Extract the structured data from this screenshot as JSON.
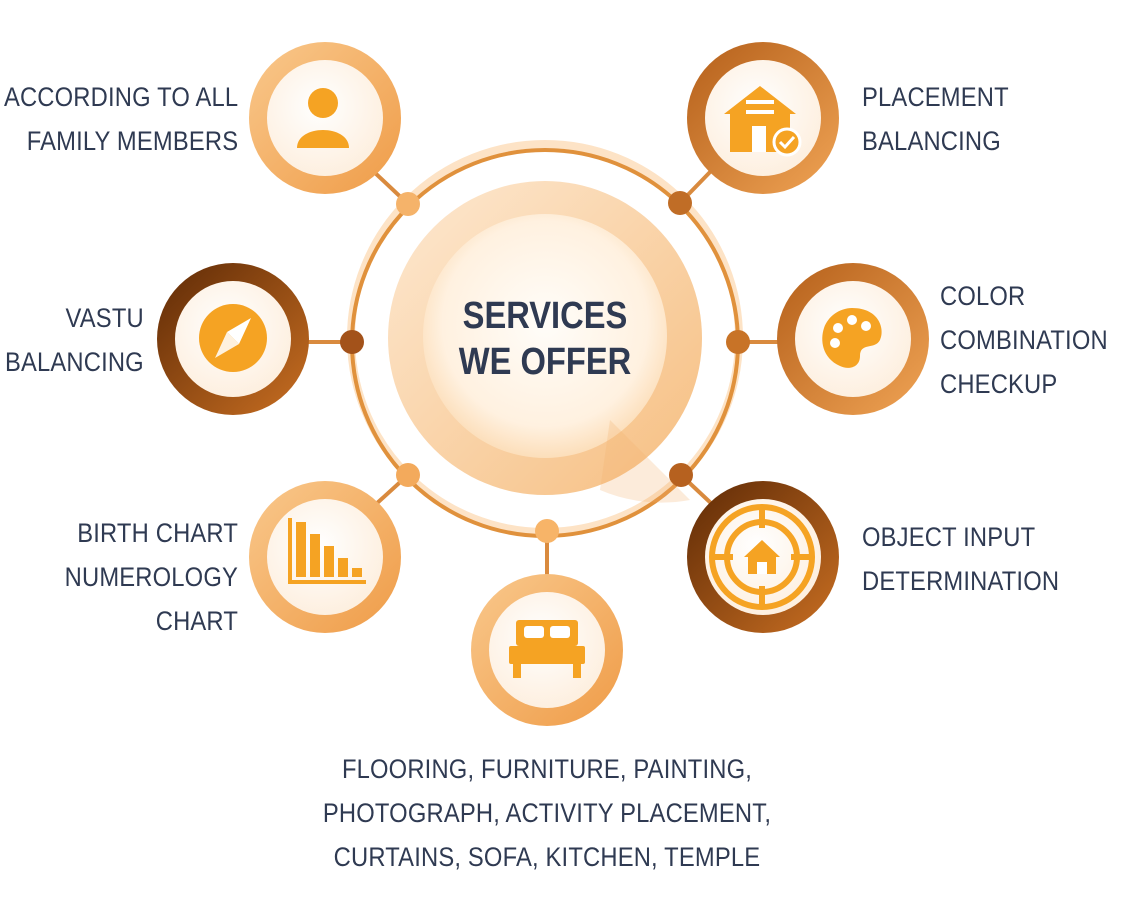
{
  "center": {
    "line1": "SERVICES",
    "line2": "WE OFFER"
  },
  "services": [
    {
      "id": "family",
      "icon": "person-icon",
      "lines": [
        "ACCORDING TO ALL",
        "FAMILY MEMBERS"
      ]
    },
    {
      "id": "placement",
      "icon": "house-check-icon",
      "lines": [
        "PLACEMENT",
        "BALANCING"
      ]
    },
    {
      "id": "vastu",
      "icon": "compass-icon",
      "lines": [
        "VASTU",
        "BALANCING"
      ]
    },
    {
      "id": "color",
      "icon": "palette-icon",
      "lines": [
        "COLOR",
        "COMBINATION",
        "CHECKUP"
      ]
    },
    {
      "id": "birth",
      "icon": "bar-chart-icon",
      "lines": [
        "BIRTH CHART",
        "NUMEROLOGY",
        "CHART"
      ]
    },
    {
      "id": "object",
      "icon": "target-house-icon",
      "lines": [
        "OBJECT INPUT",
        "DETERMINATION"
      ]
    },
    {
      "id": "flooring",
      "icon": "bed-icon",
      "lines": [
        "FLOORING, FURNITURE, PAINTING,",
        "PHOTOGRAPH, ACTIVITY PLACEMENT,",
        "CURTAINS, SOFA, KITCHEN, TEMPLE"
      ]
    }
  ],
  "colors": {
    "text": "#2f3a52",
    "orange_light": "#f7b466",
    "orange_mid": "#e8913a",
    "brown_dark": "#7a3b0c",
    "icon": "#f5a323"
  }
}
